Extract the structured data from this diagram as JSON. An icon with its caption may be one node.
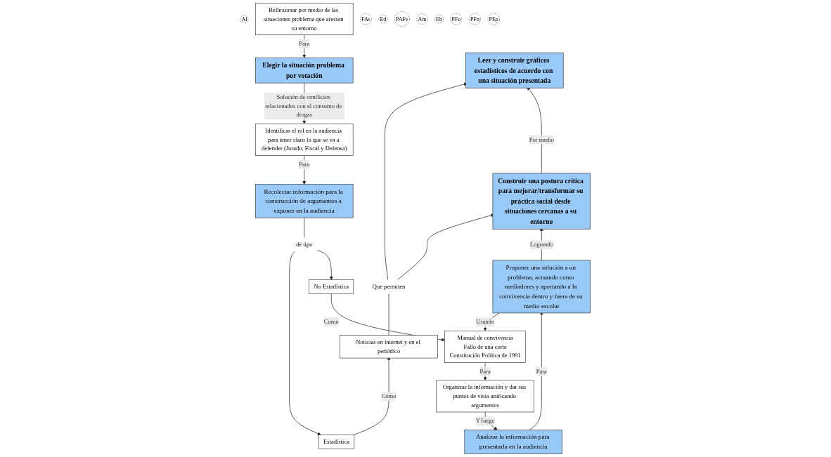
{
  "diagram": {
    "nodes": [
      {
        "text": [
          "Elegir la situación problema por votación"
        ]
      },
      {
        "text": [
          "Al"
        ]
      },
      {
        "text": [
          "Reflexionar por medio de las situaciones problema que afectan su entorno"
        ]
      },
      {
        "text": [
          "FAs"
        ]
      },
      {
        "text": [
          "Leer y construir gráficos estadísticos de acuerdo con una situación presentada"
        ]
      },
      {
        "text": [
          "Ed"
        ]
      },
      {
        "text": [
          "Construir una postura crítica para mejorar/transformar su práctica social desde situaciones cercanas a su entorno"
        ]
      },
      {
        "text": [
          "PAFv"
        ]
      },
      {
        "text": [
          "Identificar el rol en la audiencia para tener claro lo que se va a defender (Jurado, Fiscal y Defensa)"
        ]
      },
      {
        "text": [
          "Am"
        ]
      },
      {
        "text": [
          "Noticias en internet y en el periódico"
        ]
      },
      {
        "text": [
          "Que permiten"
        ]
      },
      {
        "text": [
          "Proponer una solución a un problema, actuando como mediadores y aportando a la convivencia dentro y fuera de su medio escolar"
        ]
      },
      {
        "text": [
          "Recolectar información para la construcción de argumentos a exponer en la audiencia"
        ]
      },
      {
        "text": [
          "Eb"
        ]
      },
      {
        "text": [
          "de tipo"
        ]
      },
      {
        "text": [
          "Estadística"
        ]
      },
      {
        "text": [
          "No Estadística"
        ]
      },
      {
        "text": [
          "Manual de convivencia",
          "Fallo de una corte",
          "Constitución Política de 1991"
        ]
      },
      {
        "text": [
          "Organizar la información y dar sus puntos de vista unificando argumentos"
        ]
      },
      {
        "text": [
          "Analizar la información para presentarla en la audiencia"
        ]
      },
      {
        "text": [
          "PFo"
        ]
      },
      {
        "text": [
          "PFn"
        ]
      },
      {
        "text": [
          "PEp"
        ]
      }
    ],
    "edges": [
      {
        "from": 2,
        "to": 0,
        "arrow": "to",
        "label": "Para"
      },
      {
        "from": 0,
        "to": 8,
        "arrow": "to",
        "label": "Solución de conflictos relacionados con el consumo de drogas"
      },
      {
        "from": 8,
        "to": 13,
        "arrow": "to",
        "label": "Para"
      },
      {
        "from": 13,
        "to": 15,
        "arrow": "none"
      },
      {
        "from": 15,
        "to": 16,
        "arrow": "to"
      },
      {
        "from": 15,
        "to": 17,
        "arrow": "to"
      },
      {
        "from": 16,
        "to": 10,
        "arrow": "to",
        "label": "Como"
      },
      {
        "from": 10,
        "to": 11,
        "arrow": "none"
      },
      {
        "from": 11,
        "to": 4,
        "arrow": "to"
      },
      {
        "from": 11,
        "to": 6,
        "arrow": "to"
      },
      {
        "from": 6,
        "to": 4,
        "arrow": "to",
        "label": "Por medio"
      },
      {
        "from": 12,
        "to": 6,
        "arrow": "to",
        "label": "Logrando"
      },
      {
        "from": 12,
        "to": 18,
        "arrow": "to",
        "label": "Usando"
      },
      {
        "from": 17,
        "to": 18,
        "arrow": "to",
        "label": "Como"
      },
      {
        "from": 18,
        "to": 19,
        "arrow": "to",
        "label": "Para"
      },
      {
        "from": 19,
        "to": 20,
        "arrow": "to",
        "label": "Y luego"
      },
      {
        "from": 20,
        "to": 12,
        "arrow": "to",
        "label": "Para"
      }
    ]
  }
}
